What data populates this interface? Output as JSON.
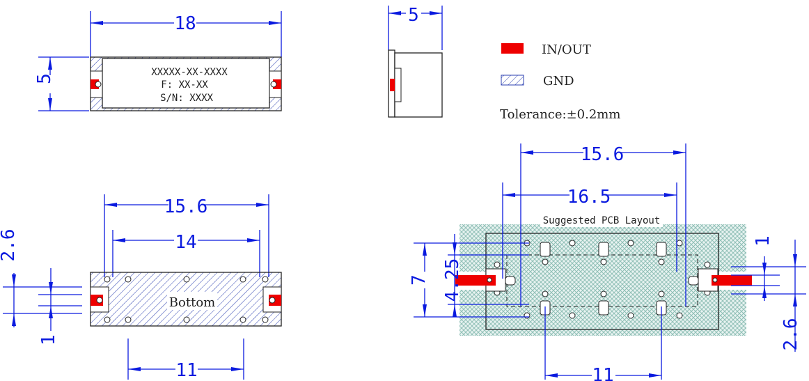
{
  "colors": {
    "dimension": "#0a1adf",
    "outline": "#222222",
    "in_out": "#ee0000",
    "gnd_hatch": "#2b3fb0",
    "pcb_ground": "#9fc7bf"
  },
  "legend": {
    "in_out_label": "IN/OUT",
    "gnd_label": "GND",
    "tolerance": "Tolerance:±0.2mm"
  },
  "top_view": {
    "width_dim": "18",
    "height_dim": "5",
    "marking_line1": "XXXXX-XX-XXXX",
    "marking_line2": "F: XX-XX",
    "marking_line3": "S/N: XXXX"
  },
  "side_view": {
    "thickness_dim": "5"
  },
  "bottom_view": {
    "label": "Bottom",
    "dim_outer": "15.6",
    "dim_inner": "14",
    "dim_pads": "11",
    "dim_pin_height": "2.6",
    "dim_pin_width": "1"
  },
  "pcb_layout": {
    "title": "Suggested PCB Layout",
    "dim_15_6": "15.6",
    "dim_16_5": "16.5",
    "dim_7": "7",
    "dim_4_25": "4.25",
    "dim_1": "1",
    "dim_2_6": "2.6",
    "dim_11": "11"
  }
}
